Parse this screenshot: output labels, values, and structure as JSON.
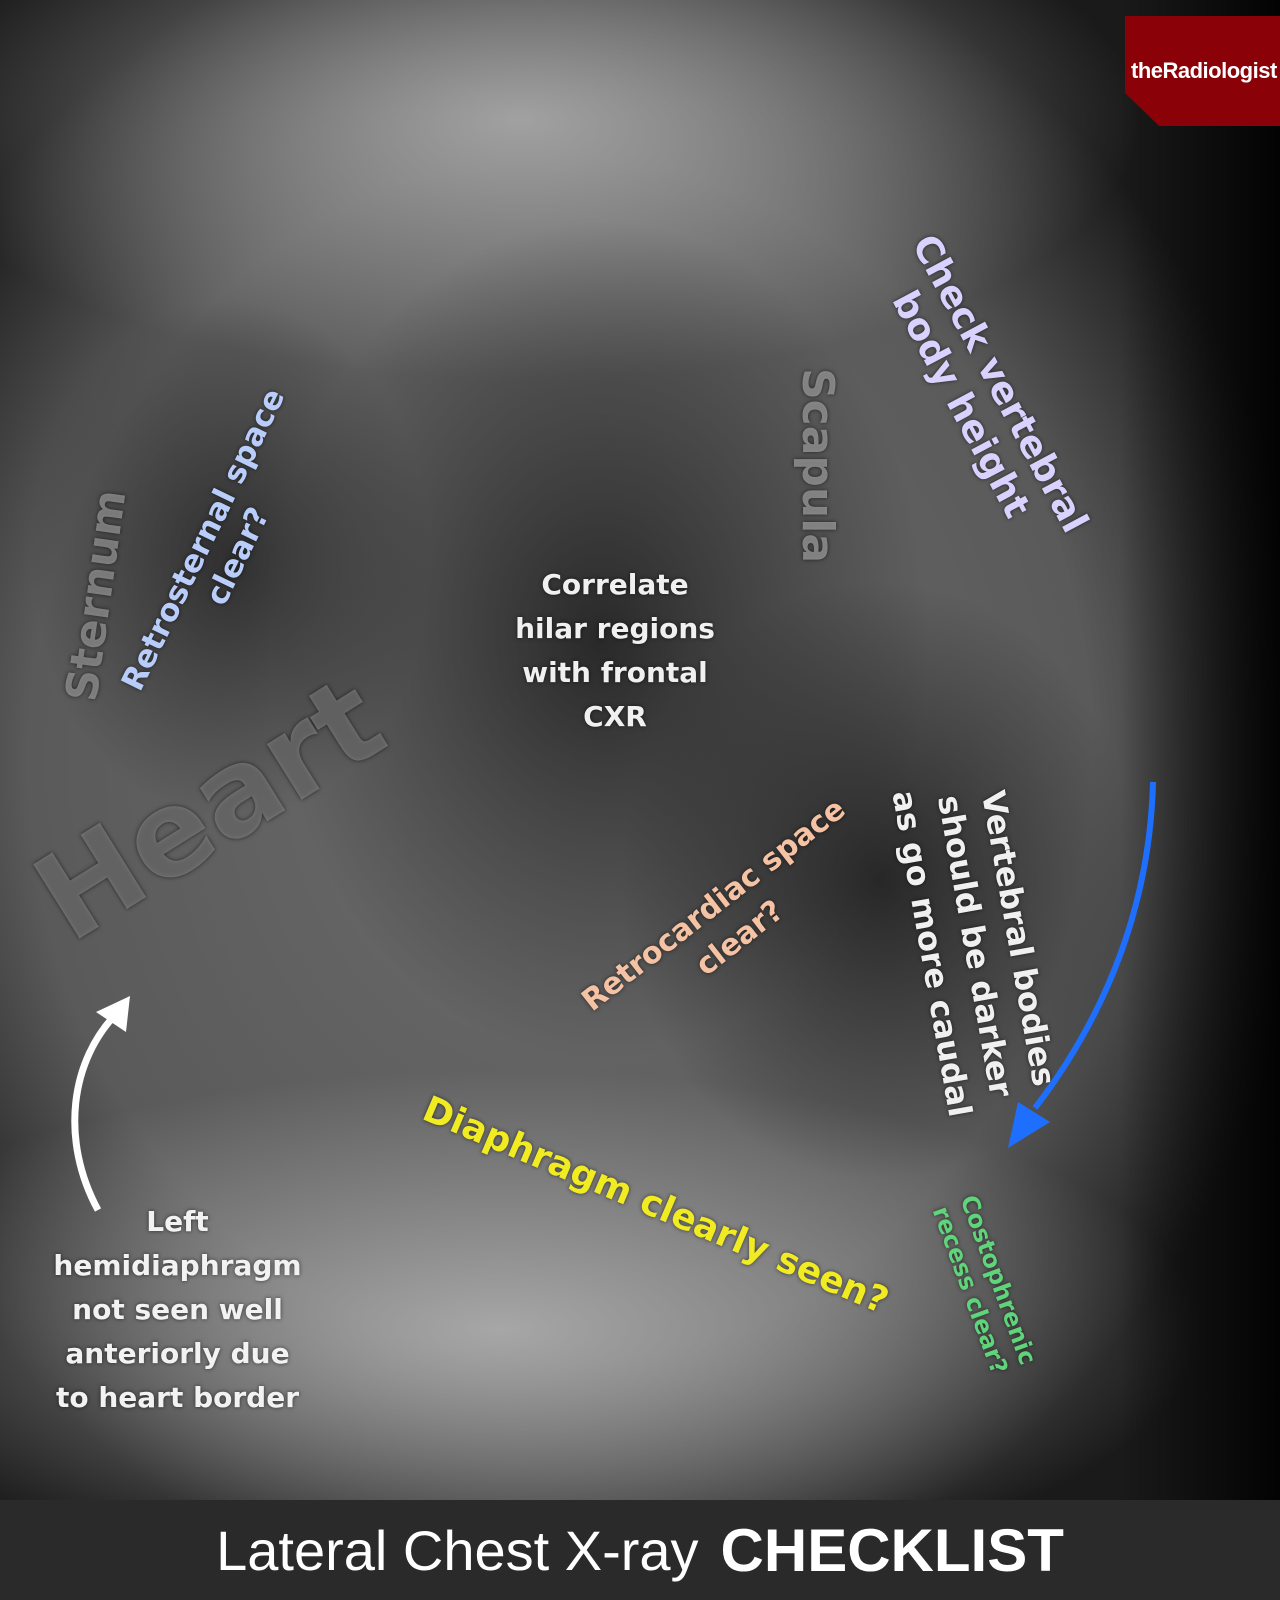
{
  "logo": "theRadiologist",
  "labels": {
    "sternum": "Sternum",
    "heart": "Heart",
    "scapula": "Scapula",
    "retrosternal": [
      "Retrosternal space",
      "clear?"
    ],
    "vertebral_height": [
      "Check vertebral",
      "body height"
    ],
    "hilar": [
      "Correlate",
      "hilar regions",
      "with frontal",
      "CXR"
    ],
    "vertebral_darker": [
      "Vertebral bodies",
      "should be darker",
      "as go more caudal"
    ],
    "retrocardiac": [
      "Retrocardiac space",
      "clear?"
    ],
    "diaphragm": "Diaphragm clearly seen?",
    "costophrenic": [
      "Costophrenic",
      "recess clear?"
    ],
    "left_hemi": [
      "Left",
      "hemidiaphragm",
      "not seen well",
      "anteriorly due",
      "to heart border"
    ]
  },
  "footer": {
    "title": "Lateral Chest X-ray",
    "emphasis": "CHECKLIST"
  },
  "colors": {
    "retrosternal": "#b9cdfb",
    "vertebral_height": "#d9d2ff",
    "retrocardiac": "#f6c2a4",
    "diaphragm": "#f1ec22",
    "costophrenic": "#5fd47a",
    "arrow_blue": "#1f6fff"
  }
}
